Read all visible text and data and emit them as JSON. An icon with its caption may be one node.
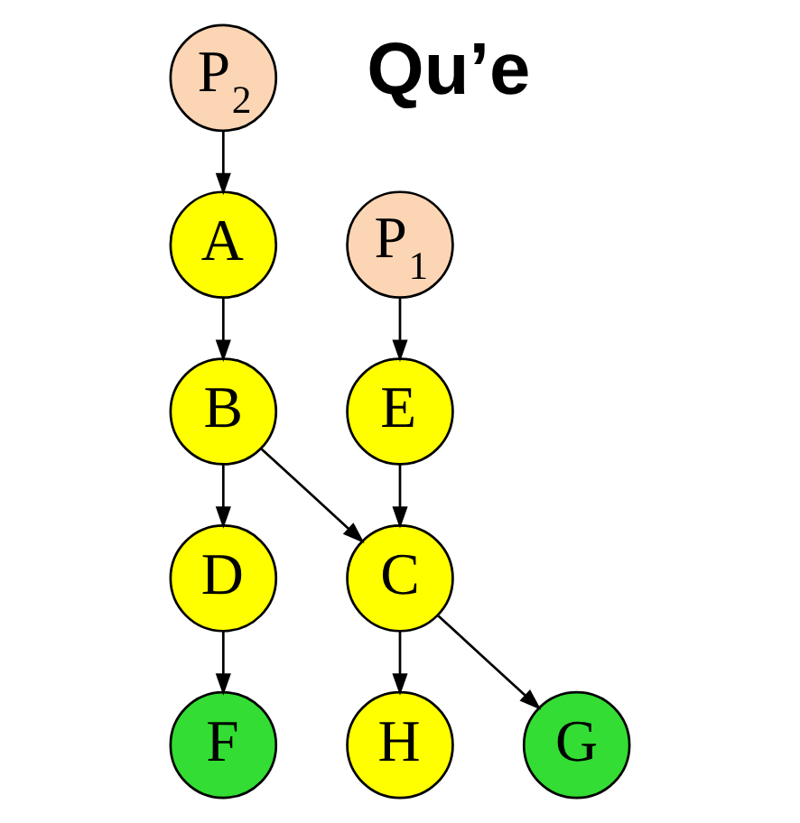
{
  "diagram": {
    "nodes": [
      {
        "text": [
          "P$_{2}$"
        ]
      },
      {
        "text": [
          "A"
        ]
      },
      {
        "text": [
          "P$_{1}$"
        ]
      },
      {
        "text": [
          "B"
        ]
      },
      {
        "text": [
          "E"
        ]
      },
      {
        "text": [
          "C"
        ]
      },
      {
        "text": [
          "D"
        ]
      },
      {
        "text": [
          "G"
        ]
      },
      {
        "text": [
          "H"
        ]
      },
      {
        "text": [
          "F"
        ]
      }
    ],
    "edges": [
      {
        "from": 0,
        "to": 1,
        "arrow": "to"
      },
      {
        "from": 1,
        "to": 3,
        "arrow": "to"
      },
      {
        "from": 2,
        "to": 4,
        "arrow": "to"
      },
      {
        "from": 4,
        "to": 5,
        "arrow": "to"
      },
      {
        "from": 3,
        "to": 5,
        "arrow": "to"
      },
      {
        "from": 3,
        "to": 6,
        "arrow": "to"
      },
      {
        "from": 5,
        "to": 7,
        "arrow": "to"
      },
      {
        "from": 5,
        "to": 8,
        "arrow": "to"
      },
      {
        "from": 6,
        "to": 9,
        "arrow": "to"
      }
    ],
    "labels": [
      "Qu’e"
    ]
  }
}
